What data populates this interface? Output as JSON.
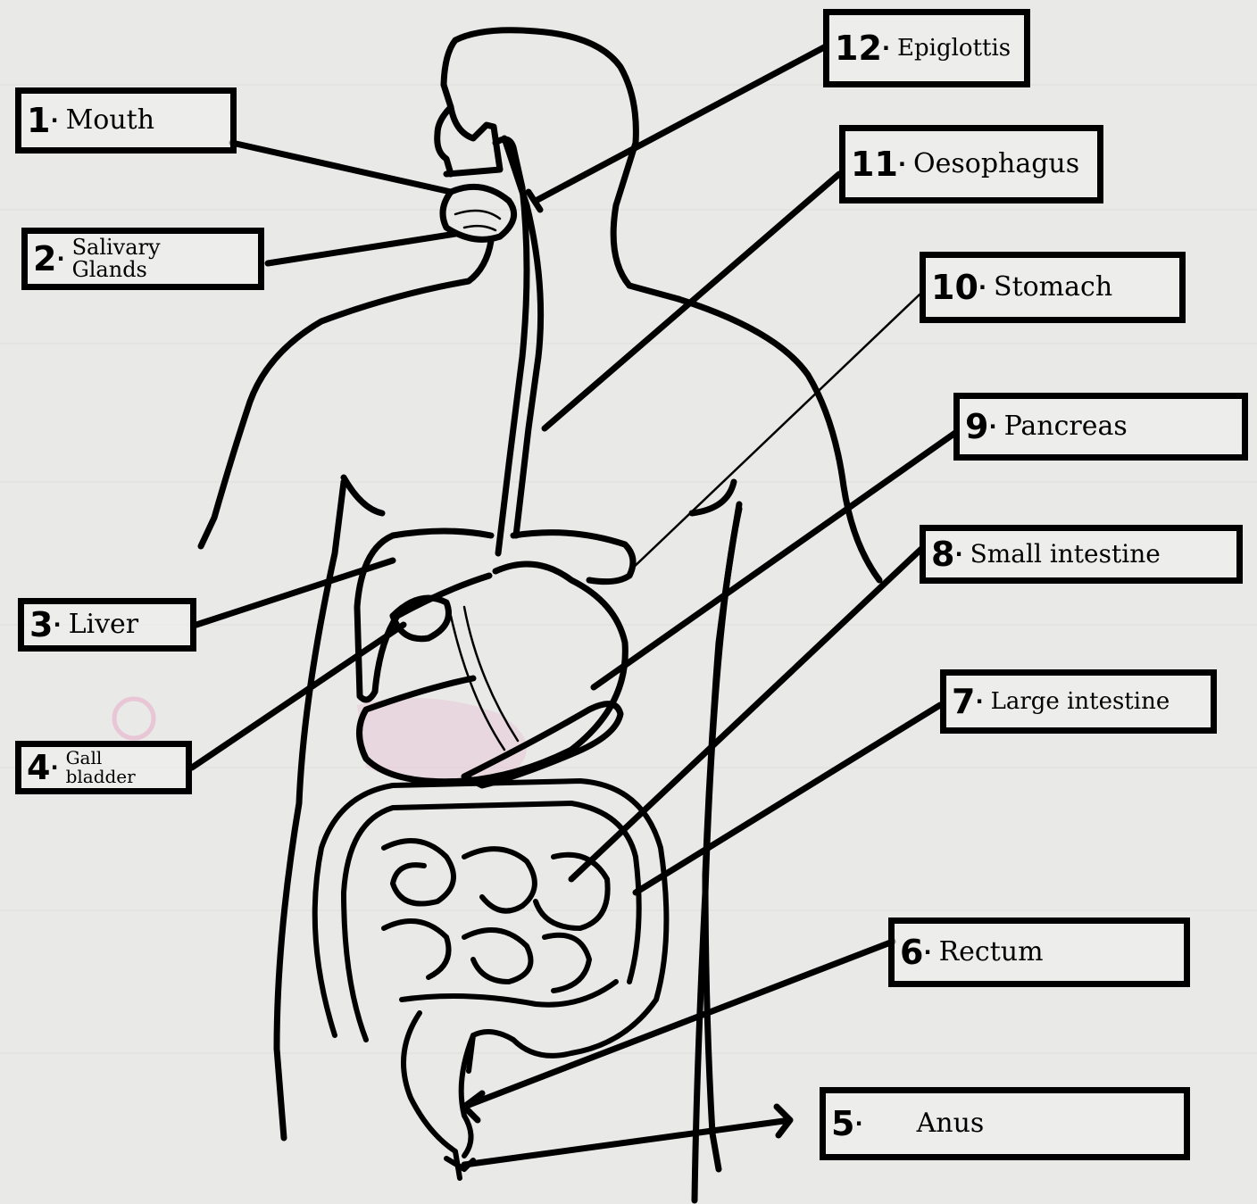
{
  "labels": [
    {
      "number": "1",
      "sep": "·",
      "text": "Mouth"
    },
    {
      "number": "2",
      "sep": "·",
      "text": "Salivary\nGlands"
    },
    {
      "number": "3",
      "sep": "·",
      "text": "Liver"
    },
    {
      "number": "4",
      "sep": "·",
      "text": "Gall\nbladder"
    },
    {
      "number": "5",
      "sep": "·",
      "text": "Anus"
    },
    {
      "number": "6",
      "sep": "·",
      "text": "Rectum"
    },
    {
      "number": "7",
      "sep": "·",
      "text": "Large intestine"
    },
    {
      "number": "8",
      "sep": "·",
      "text": "Small intestine"
    },
    {
      "number": "9",
      "sep": "·",
      "text": "Pancreas"
    },
    {
      "number": "10",
      "sep": "·",
      "text": "Stomach"
    },
    {
      "number": "11",
      "sep": "·",
      "text": "Oesophagus"
    },
    {
      "number": "12",
      "sep": "·",
      "text": "Epiglottis"
    }
  ],
  "colors": {
    "ink": "#000000",
    "paper": "#e9e9e7",
    "pink_smudge": "#e7b6cf"
  }
}
